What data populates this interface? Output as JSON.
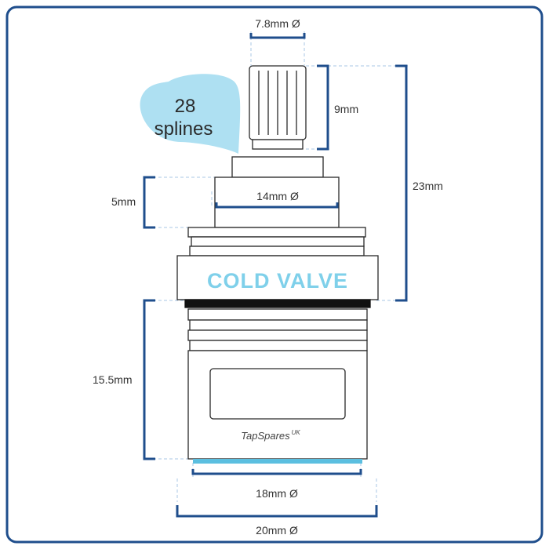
{
  "colors": {
    "frame": "#1f4e8c",
    "dim": "#1f4e8c",
    "outline": "#2a2a2a",
    "guide": "#a9c7e6",
    "accent": "#5bbfe0",
    "seal": "#111111",
    "text": "#333333"
  },
  "spline_badge": {
    "line1": "28",
    "line2": "splines"
  },
  "dimensions": {
    "spindle_diameter": "7.8mm Ø",
    "spindle_height": "9mm",
    "total_height": "23mm",
    "shoulder_height": "5mm",
    "shoulder_diameter": "14mm Ø",
    "thread_height": "15.5mm",
    "thread_diameter": "18mm Ø",
    "body_diameter": "20mm Ø"
  },
  "valve": {
    "label": "COLD VALVE",
    "brand": "TapSpares",
    "brand_suffix": "UK"
  }
}
